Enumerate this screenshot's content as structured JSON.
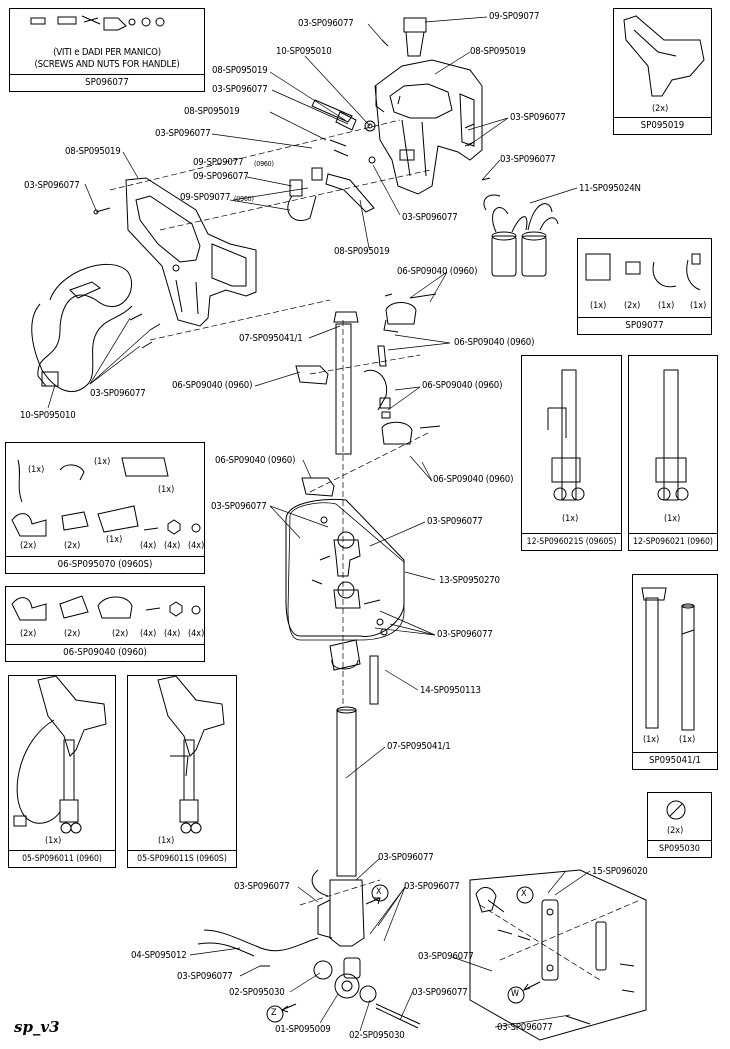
{
  "labels": {
    "l01": "03-SP096077",
    "l02": "09-SP09077",
    "l03": "10-SP095010",
    "l04": "08-SP095019",
    "l05": "08-SP095019",
    "l06": "03-SP096077",
    "l07": "08-SP095019",
    "l08": "03-SP096077",
    "l09": "03-SP096077",
    "l10": "09-SP09077",
    "l10b": "(0960)",
    "l11": "09-SP096077",
    "l12": "09-SP09077",
    "l12b": "(0960)",
    "l13": "08-SP095019",
    "l14": "03-SP096077",
    "l15": "03-SP096077",
    "l16": "03-SP096077",
    "l17": "08-SP095019",
    "l18": "11-SP095024N",
    "l19": "06-SP09040 (0960)",
    "l20": "07-SP095041/1",
    "l21": "06-SP09040 (0960)",
    "l22": "06-SP09040 (0960)",
    "l23": "06-SP09040 (0960)",
    "l24": "03-SP096077",
    "l25": "10-SP095010",
    "l26": "06-SP09040 (0960)",
    "l27": "06-SP09040 (0960)",
    "l28": "03-SP096077",
    "l29": "03-SP096077",
    "l30": "13-SP0950270",
    "l31": "03-SP096077",
    "l32": "14-SP0950113",
    "l33": "07-SP095041/1",
    "l34": "03-SP096077",
    "l35": "03-SP096077",
    "l36": "03-SP096077",
    "l37": "15-SP096020",
    "l38": "04-SP095012",
    "l39": "03-SP096077",
    "l40": "02-SP095030",
    "l41": "03-SP096077",
    "l42": "01-SP095009",
    "l43": "02-SP095030",
    "l44": "03-SP096077",
    "l45": "03-SP096077"
  },
  "callouts": {
    "x1": "X",
    "x2": "X",
    "w": "W",
    "z": "Z"
  },
  "boxes": {
    "screws": {
      "line1": "(VITI e DADI PER MANICO)",
      "line2": "(SCREWS AND NUTS FOR HANDLE)",
      "caption": "SP096077"
    },
    "sp095019": {
      "qty": "(2x)",
      "caption": "SP095019"
    },
    "sp09077": {
      "q1": "(1x)",
      "q2": "(2x)",
      "q3": "(1x)",
      "q4": "(1x)",
      "caption": "SP09077"
    },
    "sp096021s": {
      "qty": "(1x)",
      "caption": "12-SP096021S (0960S)"
    },
    "sp096021": {
      "qty": "(1x)",
      "caption": "12-SP096021 (0960)"
    },
    "sp095070": {
      "q1": "(1x)",
      "q2": "(1x)",
      "q3": "(1x)",
      "q4": "(2x)",
      "q5": "(2x)",
      "q6": "(1x)",
      "q7": "(4x)",
      "q8": "(4x)",
      "q9": "(4x)",
      "caption": "06-SP095070 (0960S)"
    },
    "sp09040": {
      "q1": "(2x)",
      "q2": "(2x)",
      "q3": "(2x)",
      "q4": "(4x)",
      "q5": "(4x)",
      "q6": "(4x)",
      "caption": "06-SP09040 (0960)"
    },
    "sp095041": {
      "q1": "(1x)",
      "q2": "(1x)",
      "caption": "SP095041/1"
    },
    "sp096011": {
      "qty": "(1x)",
      "caption": "05-SP096011 (0960)"
    },
    "sp096011s": {
      "qty": "(1x)",
      "caption": "05-SP096011S (0960S)"
    },
    "sp095030": {
      "qty": "(2x)",
      "caption": "SP095030"
    }
  },
  "footer_code": "sp_v3"
}
